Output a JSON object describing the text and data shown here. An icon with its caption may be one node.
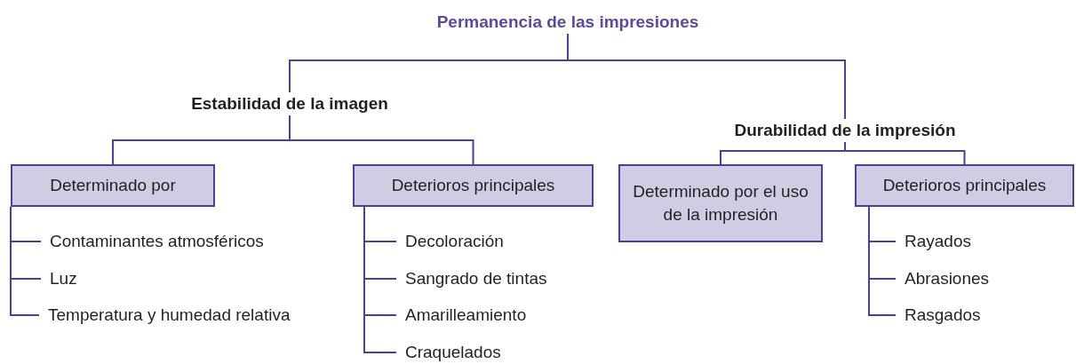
{
  "diagram": {
    "nodes": [
      {
        "text": [
          "Permanencia de las impresiones"
        ]
      },
      {
        "text": [
          "Estabilidad de la imagen"
        ]
      },
      {
        "text": [
          "Durabilidad de la impresión"
        ]
      },
      {
        "text": [
          "Determinado por"
        ]
      },
      {
        "text": [
          "Deterioros principales"
        ]
      },
      {
        "text": [
          "Determinado por el uso de la impresión"
        ]
      },
      {
        "text": [
          "Deterioros principales"
        ]
      },
      {
        "text": [
          "Contaminantes atmosféricos"
        ]
      },
      {
        "text": [
          "Luz"
        ]
      },
      {
        "text": [
          "Temperatura y humedad relativa"
        ]
      },
      {
        "text": [
          "Decoloración"
        ]
      },
      {
        "text": [
          "Sangrado de tintas"
        ]
      },
      {
        "text": [
          "Amarilleamiento"
        ]
      },
      {
        "text": [
          "Craquelados"
        ]
      },
      {
        "text": [
          "Rayados"
        ]
      },
      {
        "text": [
          "Abrasiones"
        ]
      },
      {
        "text": [
          "Rasgados"
        ]
      }
    ],
    "edges": [
      {
        "from": 0,
        "to": 1,
        "arrow": "none"
      },
      {
        "from": 0,
        "to": 2,
        "arrow": "none"
      },
      {
        "from": 1,
        "to": 3,
        "arrow": "none"
      },
      {
        "from": 1,
        "to": 4,
        "arrow": "none"
      },
      {
        "from": 2,
        "to": 5,
        "arrow": "none"
      },
      {
        "from": 2,
        "to": 6,
        "arrow": "none"
      },
      {
        "from": 3,
        "to": 7,
        "arrow": "none"
      },
      {
        "from": 3,
        "to": 8,
        "arrow": "none"
      },
      {
        "from": 3,
        "to": 9,
        "arrow": "none"
      },
      {
        "from": 4,
        "to": 10,
        "arrow": "none"
      },
      {
        "from": 4,
        "to": 11,
        "arrow": "none"
      },
      {
        "from": 4,
        "to": 12,
        "arrow": "none"
      },
      {
        "from": 4,
        "to": 13,
        "arrow": "none"
      },
      {
        "from": 6,
        "to": 14,
        "arrow": "none"
      },
      {
        "from": 6,
        "to": 15,
        "arrow": "none"
      },
      {
        "from": 6,
        "to": 16,
        "arrow": "none"
      }
    ]
  }
}
